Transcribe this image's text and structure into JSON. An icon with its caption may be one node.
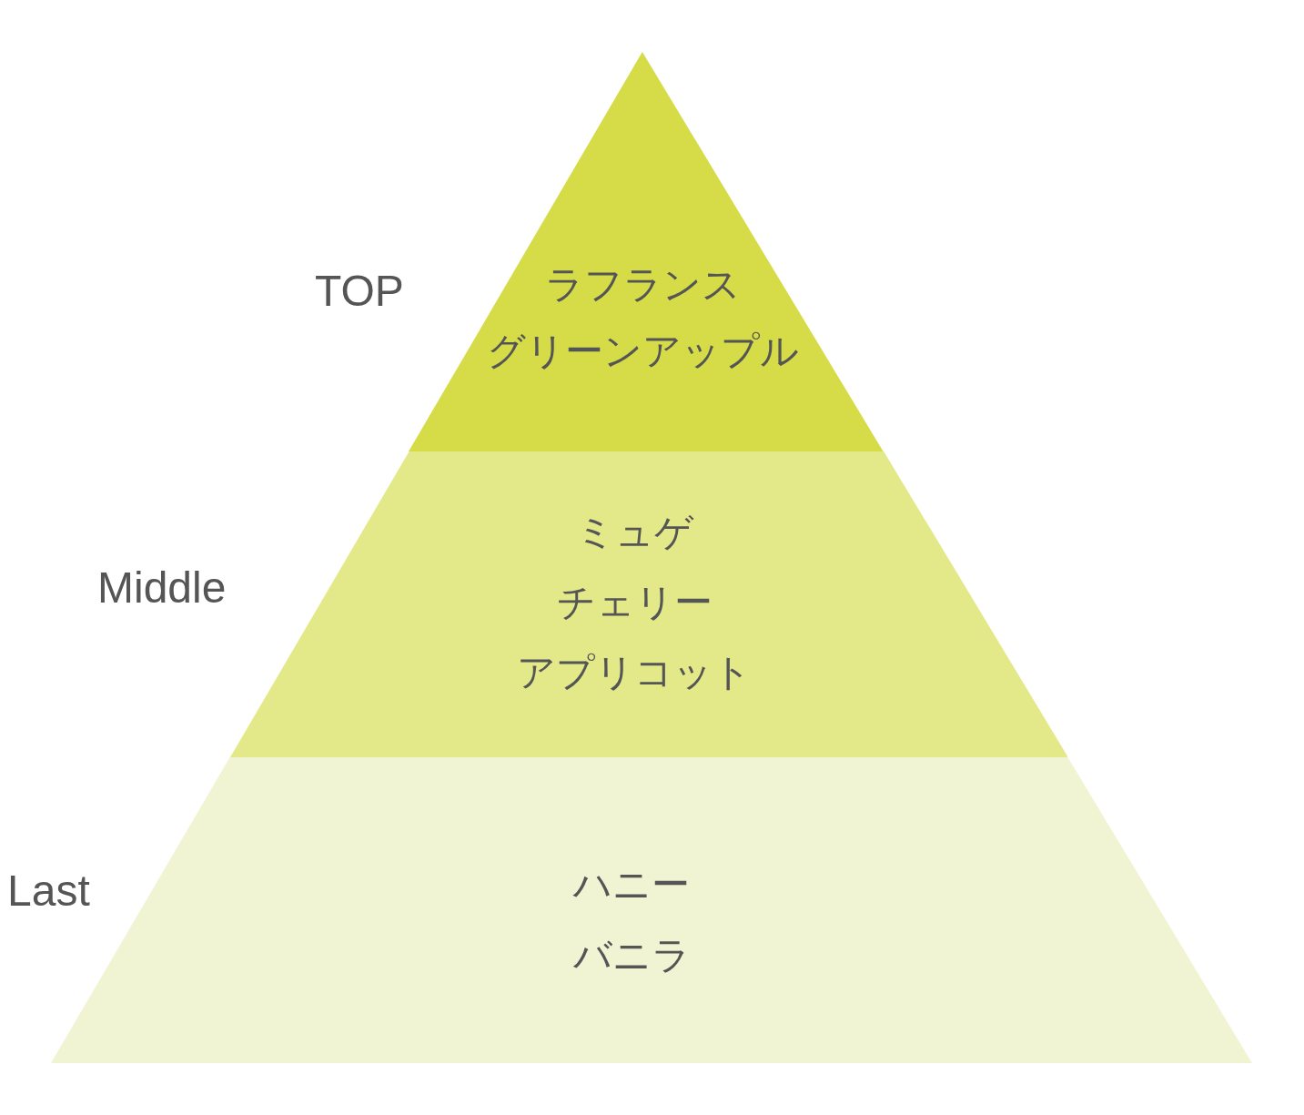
{
  "diagram": {
    "nodes": [
      {
        "text": [
          "ラフランス",
          "グリーンアップル"
        ],
        "beside": [
          "TOP"
        ]
      },
      {
        "text": [
          "ミュゲ",
          "チェリー",
          "アプリコット"
        ],
        "beside": [
          "Middle"
        ]
      },
      {
        "text": [
          "ハニー",
          "バニラ"
        ],
        "beside": [
          "Last"
        ]
      }
    ]
  }
}
